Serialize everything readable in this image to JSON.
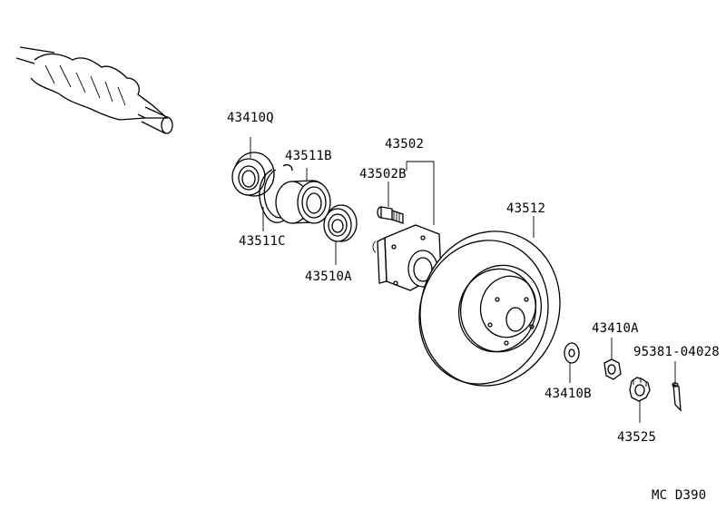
{
  "labels": {
    "p43410q": "43410Q",
    "p43511b": "43511B",
    "p43511c": "43511C",
    "p43510a": "43510A",
    "p43502": "43502",
    "p43502b": "43502B",
    "p43512": "43512",
    "p43410a": "43410A",
    "p43410b": "43410B",
    "p95381": "95381-04028",
    "p43525": "43525",
    "code": "MC D390"
  },
  "colors": {
    "ink": "#000000",
    "background": "#ffffff"
  }
}
